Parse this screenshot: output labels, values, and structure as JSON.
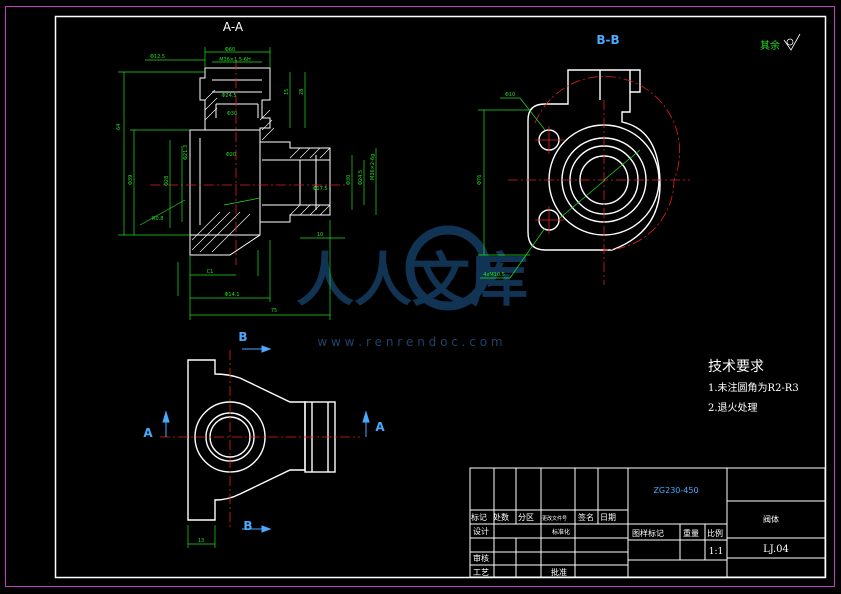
{
  "views": {
    "section_aa": "A-A",
    "section_bb": "B-B",
    "cut_a_left": "A",
    "cut_a_right": "A",
    "cut_b_top": "B",
    "cut_b_bottom": "B"
  },
  "roughness_note": "其余",
  "tech_req": {
    "heading": "技术要求",
    "item1": "1.未注圆角为R2-R3",
    "item2": "2.退火处理"
  },
  "watermark": {
    "text": "人人文库",
    "url": "w w w . r e n r e n d o c . c o m"
  },
  "title_block": {
    "material": "ZG230-450",
    "part_name": "阀体",
    "drawing_no": "LJ.04",
    "scale_value": "1:1",
    "headers": [
      "标记",
      "处数",
      "分区",
      "更改文件号",
      "签名",
      "日期"
    ],
    "design": "设计",
    "standardize": "标准化",
    "check": "审核",
    "process": "工艺",
    "approve": "批准",
    "stage_mark": "图样标记",
    "weight": "重量",
    "scale": "比例"
  }
}
